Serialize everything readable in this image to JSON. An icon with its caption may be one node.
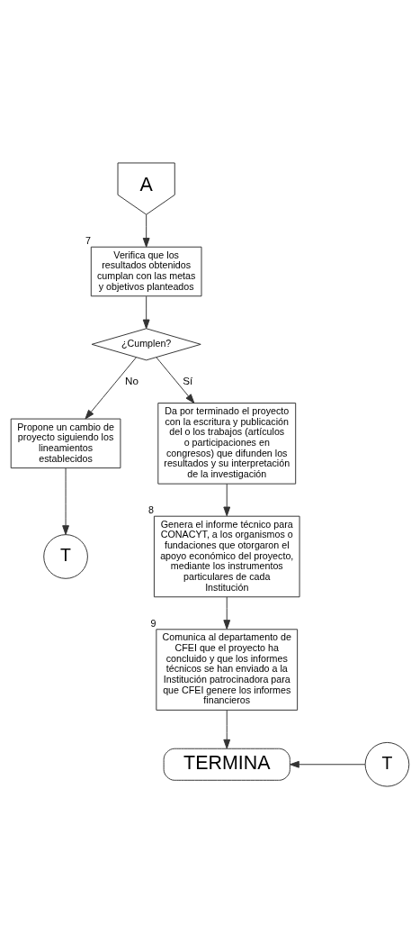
{
  "diagram": {
    "nodes": [
      {
        "text": [
          "A"
        ]
      },
      {
        "text": [
          "Verifica que los resultados obtenidos cumplan con las metas y objetivos planteados"
        ],
        "beside": [
          "7"
        ]
      },
      {
        "text": [
          "¿Cumplen?"
        ]
      },
      {
        "text": [
          "Propone un cambio de proyecto siguiendo los lineamientos establecidos"
        ]
      },
      {
        "text": [
          "T"
        ]
      },
      {
        "text": [
          "Da por terminado el proyecto con la escritura y publicación del o los trabajos (artículos o participaciones en congresos) que difunden los resultados y su interpretación de la investigación"
        ]
      },
      {
        "text": [
          "Genera el informe técnico para CONACYT, a los organismos o fundaciones que otorgaron el apoyo económico del proyecto, mediante los instrumentos particulares de cada Institución"
        ],
        "beside": [
          "8"
        ]
      },
      {
        "text": [
          "Comunica al departamento de CFEI que el proyecto ha concluido y que los informes técnicos se han enviado a la Institución patrocinadora para que CFEI genere los informes financieros"
        ],
        "beside": [
          "9"
        ]
      },
      {
        "text": [
          "T"
        ]
      },
      {
        "text": [
          "TERMINA"
        ]
      }
    ],
    "edges": [
      {
        "from": 0,
        "to": 1,
        "arrow": "to"
      },
      {
        "from": 1,
        "to": 2,
        "arrow": "to"
      },
      {
        "from": 2,
        "to": 3,
        "arrow": "to",
        "label": "No"
      },
      {
        "from": 2,
        "to": 5,
        "arrow": "to",
        "label": "Sí"
      },
      {
        "from": 3,
        "to": 4,
        "arrow": "to"
      },
      {
        "from": 5,
        "to": 6,
        "arrow": "to"
      },
      {
        "from": 6,
        "to": 7,
        "arrow": "to"
      },
      {
        "from": 7,
        "to": 9,
        "arrow": "to"
      },
      {
        "from": 8,
        "to": 9,
        "arrow": "to"
      }
    ]
  }
}
